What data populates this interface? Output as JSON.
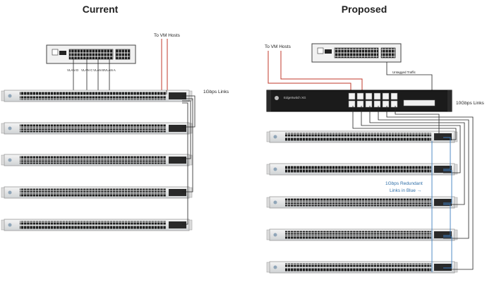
{
  "titles": {
    "current": "Current",
    "proposed": "Proposed"
  },
  "current": {
    "vm_hosts_label": "To VM Hosts",
    "links_label": "1Gbps Links",
    "vlan_labels": [
      "VLAN D",
      "VLAN C",
      "VLAN B",
      "VLAN A"
    ]
  },
  "proposed": {
    "vm_hosts_label": "To VM Hosts",
    "untagged_label": "Untagged Traffic",
    "edgeswitch_label": "EdgeSwitch XG",
    "links_label": "10Gbps Links",
    "redundant_label_line1": "1Gbps Redundant",
    "redundant_label_line2": "Links in Blue →"
  },
  "colors": {
    "red_link": "#c0392b",
    "blue_link": "#3d7fc0",
    "black_link": "#222222"
  }
}
